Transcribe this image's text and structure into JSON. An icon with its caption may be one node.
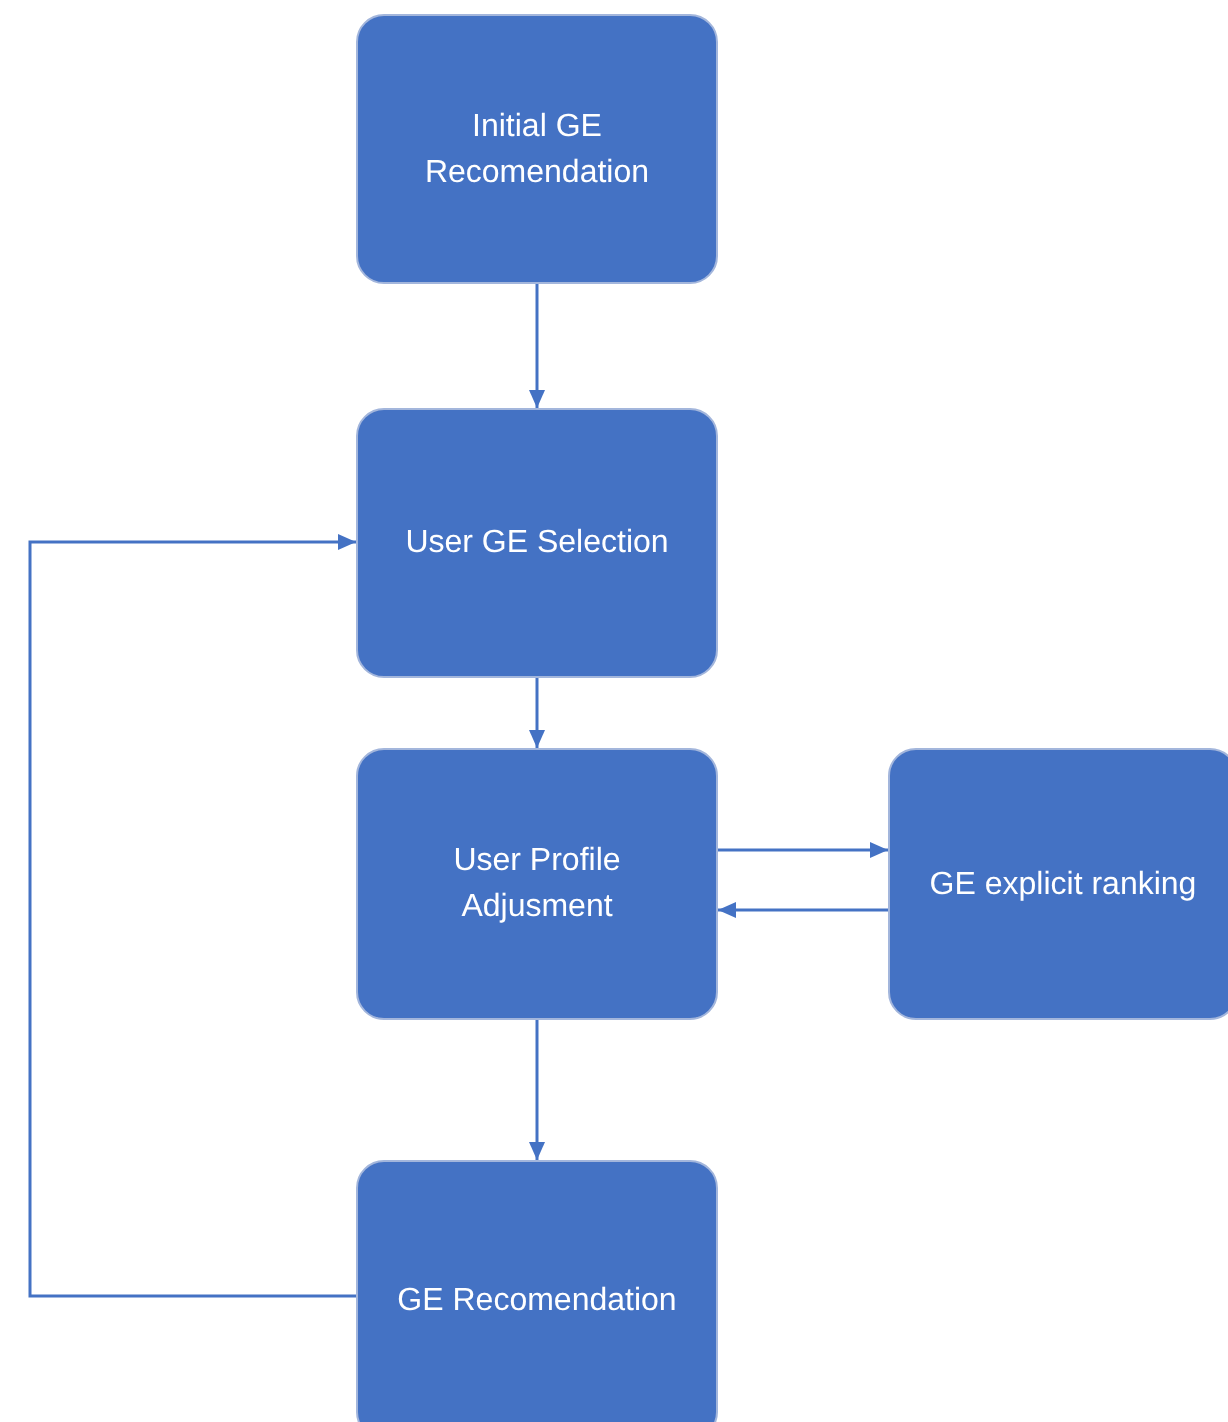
{
  "diagram": {
    "nodes": [
      {
        "text": [
          "Initial GE Recomendation"
        ]
      },
      {
        "text": [
          "User GE Selection"
        ]
      },
      {
        "text": [
          "User Profile Adjusment"
        ]
      },
      {
        "text": [
          "GE explicit ranking"
        ]
      },
      {
        "text": [
          "GE Recomendation"
        ]
      }
    ],
    "edges": [
      {
        "from": 0,
        "to": 1,
        "arrow": "to"
      },
      {
        "from": 1,
        "to": 2,
        "arrow": "to"
      },
      {
        "from": 2,
        "to": 3,
        "arrow": "to"
      },
      {
        "from": 3,
        "to": 2,
        "arrow": "to"
      },
      {
        "from": 2,
        "to": 4,
        "arrow": "to"
      },
      {
        "from": 4,
        "to": 1,
        "arrow": "to"
      }
    ]
  }
}
